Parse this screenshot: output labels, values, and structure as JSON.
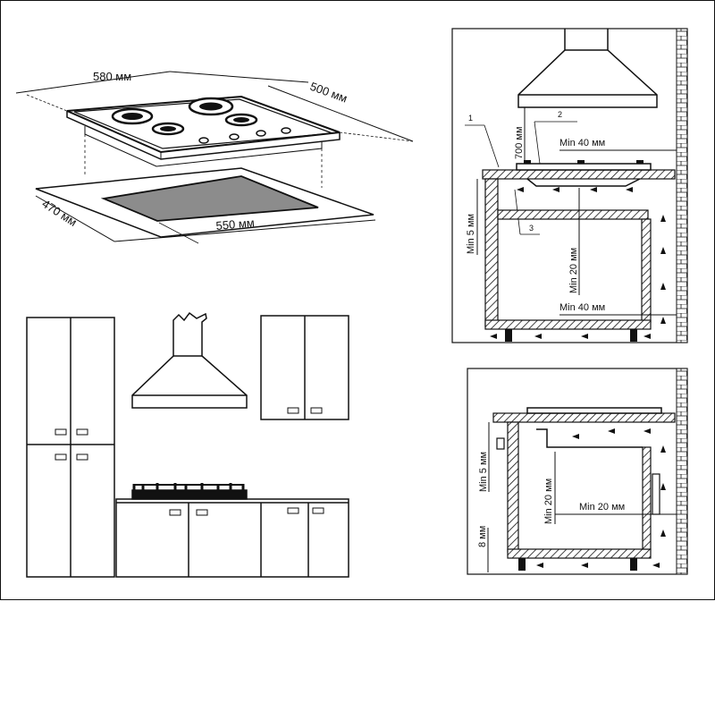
{
  "hob_dimensions": {
    "width": "580 мм",
    "depth": "500 мм"
  },
  "cutout_dimensions": {
    "width": "550 мм",
    "depth": "470 мм"
  },
  "installation_side": {
    "callout_1": "1",
    "callout_2": "2",
    "callout_3": "3",
    "hood_clearance": "700 мм",
    "top_wall_gap": "Min 40 мм",
    "side_gap": "Min 5 мм",
    "inner_gap": "Min 20 мм",
    "bottom_wall_gap": "Min 40 мм"
  },
  "installation_front": {
    "side_gap": "Min 5 мм",
    "inner_gap": "Min 20 мм",
    "wall_gap": "Min 20 мм",
    "floor_gap": "8 мм"
  },
  "colors": {
    "line": "#111111",
    "cutout_fill": "#8c8c8c",
    "background": "#ffffff"
  }
}
